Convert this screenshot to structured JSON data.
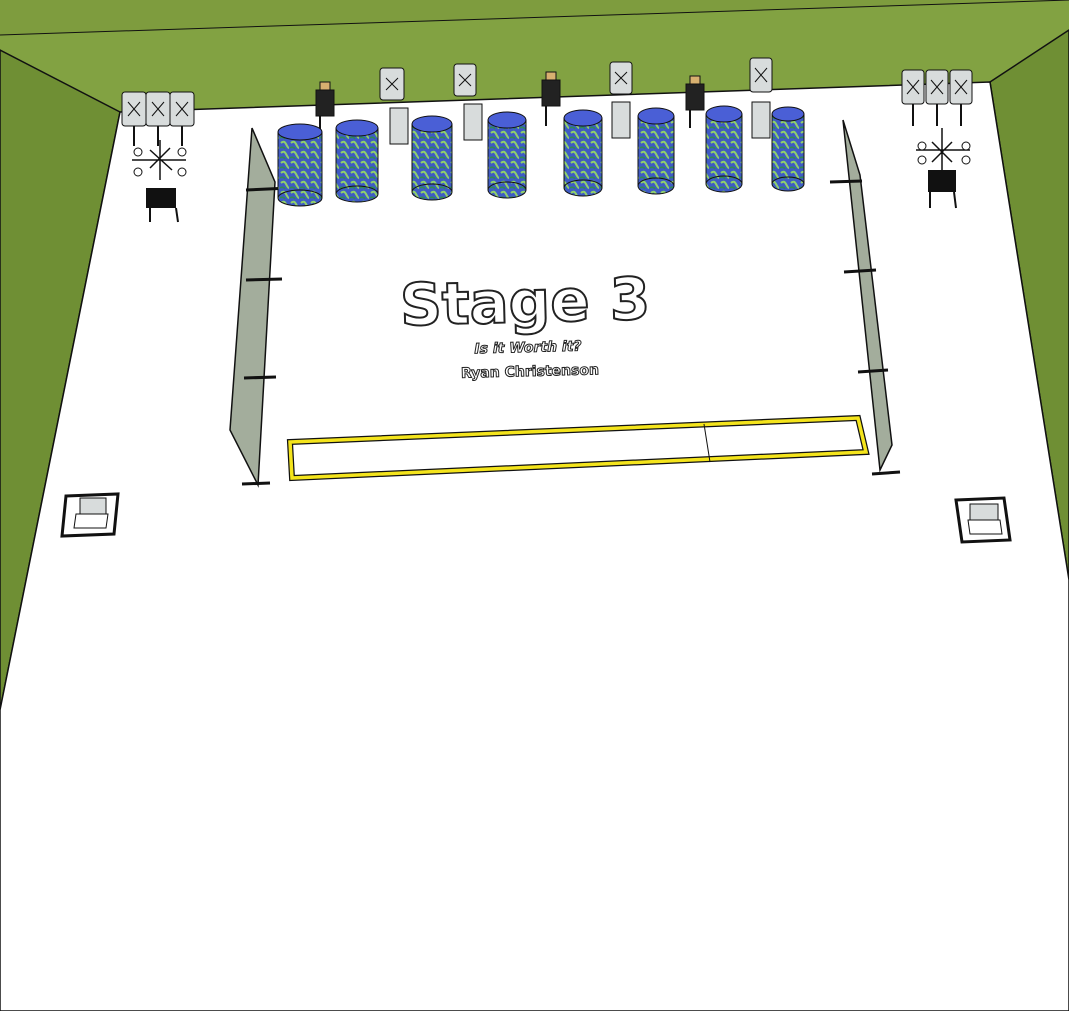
{
  "stage": {
    "title": "Stage 3",
    "subtitle": "Is it Worth it?",
    "author": "Ryan Christenson"
  },
  "colors": {
    "grass": "#7a9a3c",
    "grass_light": "#8aa84a",
    "floor": "#ffffff",
    "wall": "#a3ad9c",
    "barrel_top": "#4a5fd6",
    "barrel_side": "#3f5bc4",
    "barrel_pattern": "#8fd06a",
    "fault_line": "#f4e41c",
    "outline": "#111111",
    "target": "#d8dcdc"
  },
  "icons": {
    "barrel": "barrel-icon",
    "target": "steel-target-icon",
    "popper": "popper-icon",
    "chair": "chair-icon",
    "start_box": "start-box-icon"
  }
}
